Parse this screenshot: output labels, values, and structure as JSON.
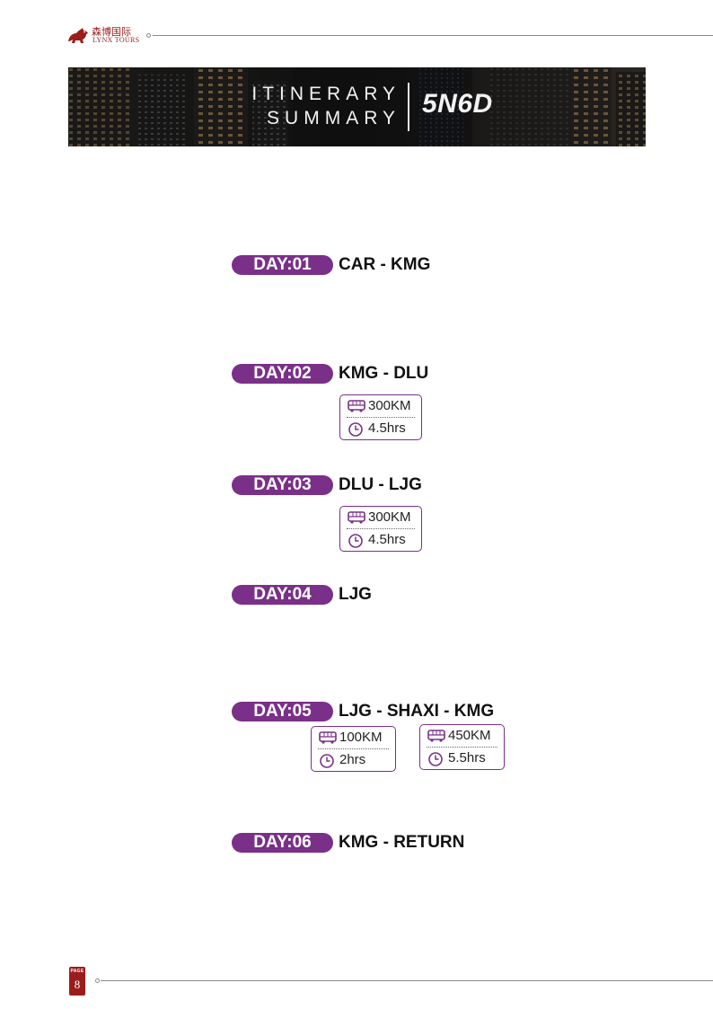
{
  "brand": {
    "name_cn": "森博国际",
    "name_en": "LYNX TOURS",
    "color": "#9b1c1c"
  },
  "banner": {
    "title_line1": "ITINERARY",
    "title_line2": "SUMMARY",
    "duration": "5N6D"
  },
  "accent_color": "#7a3088",
  "days": [
    {
      "label": "DAY:01",
      "route": "CAR - KMG",
      "legs": []
    },
    {
      "label": "DAY:02",
      "route": "KMG - DLU",
      "legs": [
        {
          "distance": "300KM",
          "duration": "4.5hrs"
        }
      ]
    },
    {
      "label": "DAY:03",
      "route": "DLU - LJG",
      "legs": [
        {
          "distance": "300KM",
          "duration": "4.5hrs"
        }
      ]
    },
    {
      "label": "DAY:04",
      "route": "LJG",
      "legs": []
    },
    {
      "label": "DAY:05",
      "route": "LJG - SHAXI - KMG",
      "legs": [
        {
          "distance": "100KM",
          "duration": "2hrs"
        },
        {
          "distance": "450KM",
          "duration": "5.5hrs"
        }
      ]
    },
    {
      "label": "DAY:06",
      "route": "KMG - RETURN",
      "legs": []
    }
  ],
  "footer": {
    "page_label": "PAGE",
    "page_number": "8"
  }
}
